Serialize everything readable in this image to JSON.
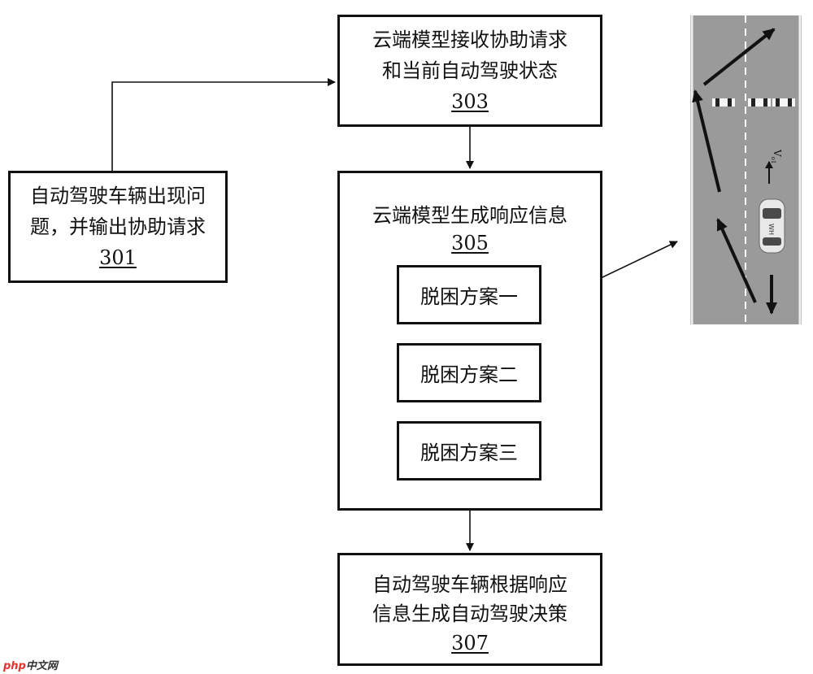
{
  "boxes": {
    "b301": {
      "line1": "自动驾驶车辆出现问",
      "line2": "题，并输出协助请求",
      "ref": "301"
    },
    "b303": {
      "line1": "云端模型接收协助请求",
      "line2": "和当前自动驾驶状态",
      "ref": "303"
    },
    "b305": {
      "line1": "云端模型生成响应信息",
      "ref": "305"
    },
    "b307": {
      "line1": "自动驾驶车辆根据响应",
      "line2": "信息生成自动驾驶决策",
      "ref": "307"
    }
  },
  "plans": [
    "脱困方案一",
    "脱困方案二",
    "脱困方案三"
  ],
  "road_scene": {
    "speed_label": "V",
    "speed_subscript": "o1",
    "car_label": "WH"
  },
  "watermark": {
    "prefix": "php",
    "suffix": "中文网"
  }
}
